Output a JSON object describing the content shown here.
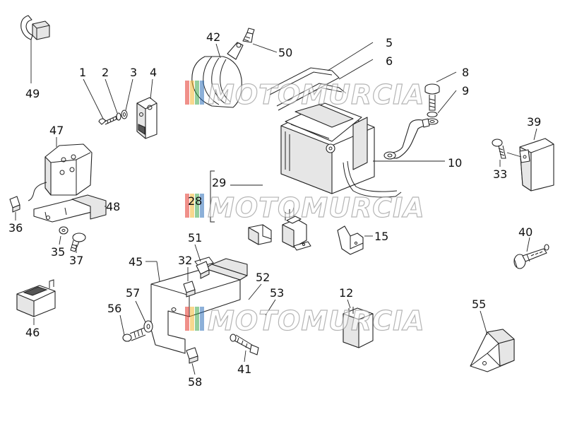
{
  "watermark": {
    "text": "MOTOMURCIA",
    "stripe_colors": [
      "#e4342a",
      "#f2b632",
      "#3aa64a",
      "#2d6fb8"
    ]
  },
  "labels": {
    "p1": "1",
    "p2": "2",
    "p3": "3",
    "p4": "4",
    "p5": "5",
    "p6": "6",
    "p8": "8",
    "p9": "9",
    "p10": "10",
    "p12": "12",
    "p15": "15",
    "p28": "28",
    "p29": "29",
    "p32": "32",
    "p33": "33",
    "p35": "35",
    "p36": "36",
    "p37": "37",
    "p39": "39",
    "p40": "40",
    "p41": "41",
    "p42": "42",
    "p45": "45",
    "p46": "46",
    "p47": "47",
    "p48": "48",
    "p49": "49",
    "p50": "50",
    "p51": "51",
    "p52": "52",
    "p53": "53",
    "p55": "55",
    "p56": "56",
    "p57": "57",
    "p58": "58"
  }
}
